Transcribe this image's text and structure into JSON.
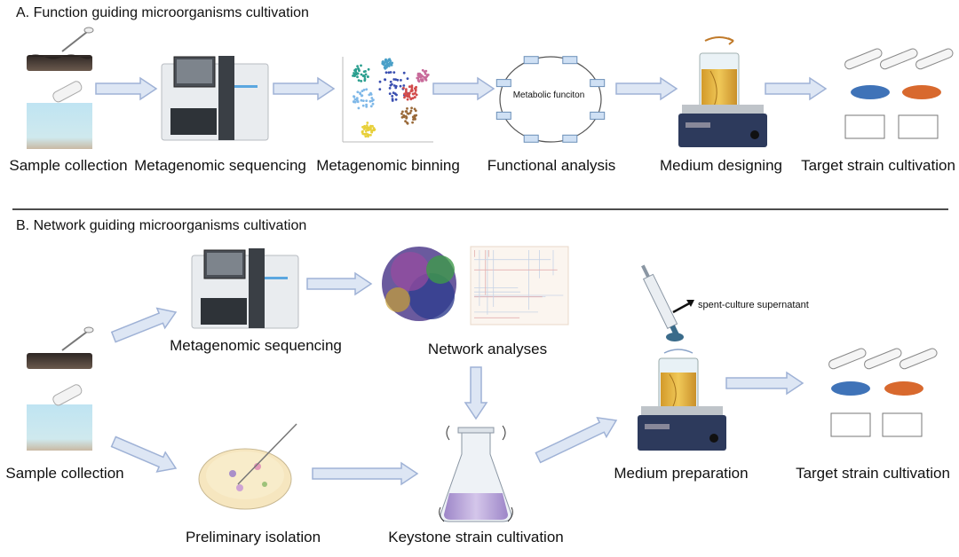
{
  "panel_a": {
    "title": "A. Function guiding microorganisms cultivation",
    "steps": [
      {
        "label": "Sample collection"
      },
      {
        "label": "Metagenomic sequencing"
      },
      {
        "label": "Metagenomic binning"
      },
      {
        "label": "Functional analysis"
      },
      {
        "label": "Medium designing"
      },
      {
        "label": "Target strain cultivation"
      }
    ],
    "pathway_label": "Metabolic funciton"
  },
  "panel_b": {
    "title": "B. Network guiding microorganisms cultivation",
    "steps": {
      "sample": {
        "label": "Sample collection"
      },
      "sequencing": {
        "label": "Metagenomic sequencing"
      },
      "network": {
        "label": "Network analyses"
      },
      "isolation": {
        "label": "Preliminary isolation"
      },
      "keystone": {
        "label": "Keystone strain cultivation"
      },
      "medium": {
        "label": "Medium preparation"
      },
      "target": {
        "label": "Target strain cultivation"
      }
    },
    "syringe_label": "spent-culture supernatant"
  },
  "colors": {
    "arrow_fill": "#dde6f4",
    "arrow_stroke": "#9fb2d6",
    "soil": "#3d3530",
    "water": "#bfe2f0",
    "medium": "#e2b43c",
    "petri_blue": "#3f73b8",
    "petri_orange": "#d8692e",
    "flask_liquid": "#b6a3d6",
    "stirrer": "#2d3a5c"
  }
}
